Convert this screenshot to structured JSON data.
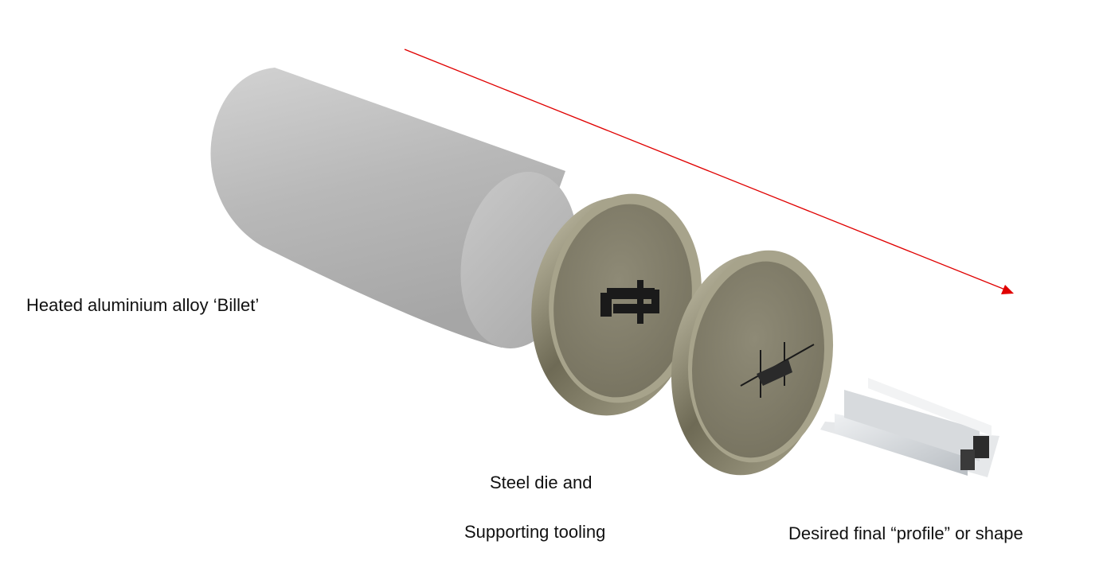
{
  "labels": {
    "billet": "Heated aluminium alloy ‘Billet’",
    "die_line1": "Steel die and",
    "die_line2": "Supporting tooling",
    "profile": "Desired final “profile” or shape"
  },
  "colors": {
    "arrow": "#e00000",
    "billet": "#b4b4b4",
    "die": "#8a8670",
    "profile": "#d0d4d8"
  },
  "icons": [
    "direction-arrow",
    "billet-cylinder",
    "die-disc",
    "backer-disc",
    "extruded-profile"
  ]
}
